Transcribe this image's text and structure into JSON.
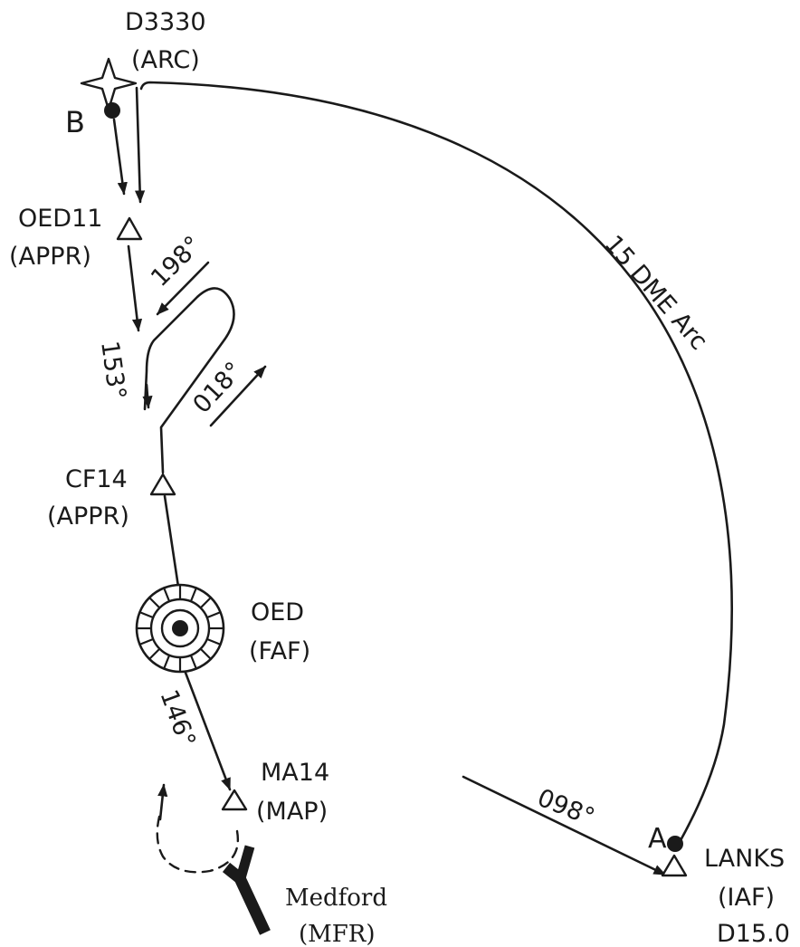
{
  "top_partial_text": "",
  "waypoints": {
    "arc_start": {
      "id": "D3330",
      "type": "(ARC)"
    },
    "point_b": {
      "letter": "B"
    },
    "oed11": {
      "id": "OED11",
      "type": "(APPR)"
    },
    "cf14": {
      "id": "CF14",
      "type": "(APPR)"
    },
    "oed": {
      "id": "OED",
      "type": "(FAF)"
    },
    "ma14": {
      "id": "MA14",
      "type": "(MAP)"
    },
    "medford": {
      "id": "Medford",
      "type": "(MFR)"
    },
    "lanks": {
      "letter": "A",
      "id": "LANKS",
      "type": "(IAF)",
      "distance": "D15.0"
    }
  },
  "courses": {
    "inbound_153": "153°",
    "procedure_turn_out": "198°",
    "procedure_turn_in": "018°",
    "final_146": "146°",
    "entry_098": "098°"
  },
  "arc_label": "15 DME Arc",
  "colors": {
    "ink": "#1a1a1a",
    "background": "#ffffff"
  }
}
